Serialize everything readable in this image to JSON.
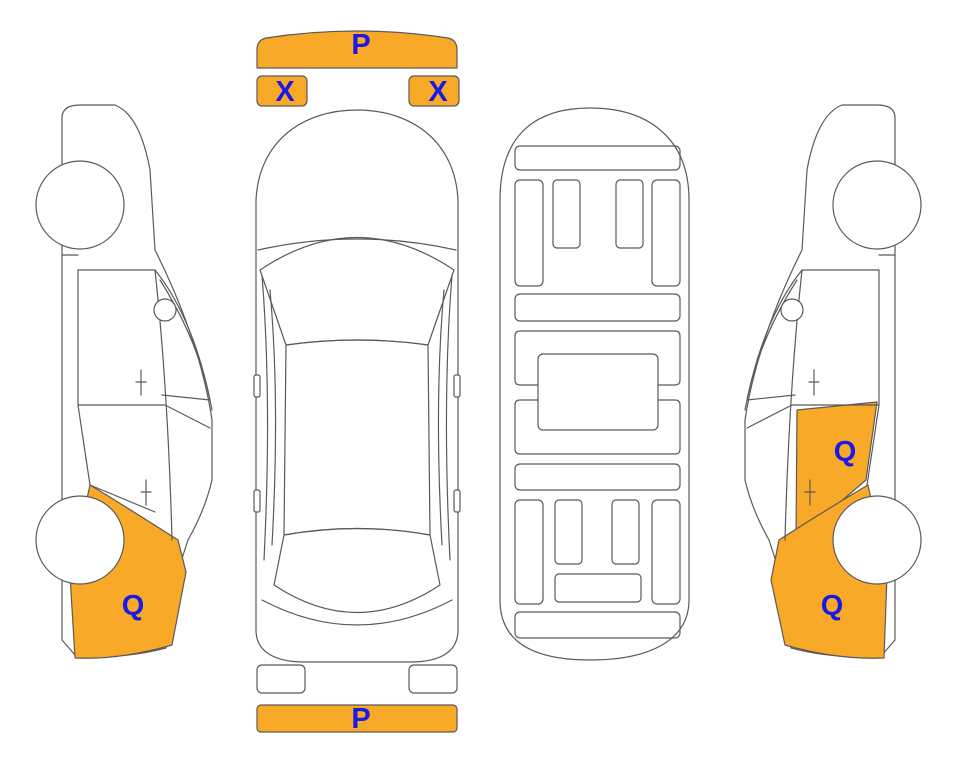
{
  "colors": {
    "damage_fill": "#f9a928",
    "code_text": "#1a1ae6",
    "outline": "#5a5a5a",
    "background": "#ffffff"
  },
  "codes": {
    "front_bumper": "P",
    "headlight_left": "X",
    "headlight_right": "X",
    "rear_bumper": "P",
    "left_rear_quarter": "Q",
    "right_rear_door": "Q",
    "right_rear_quarter": "Q"
  }
}
